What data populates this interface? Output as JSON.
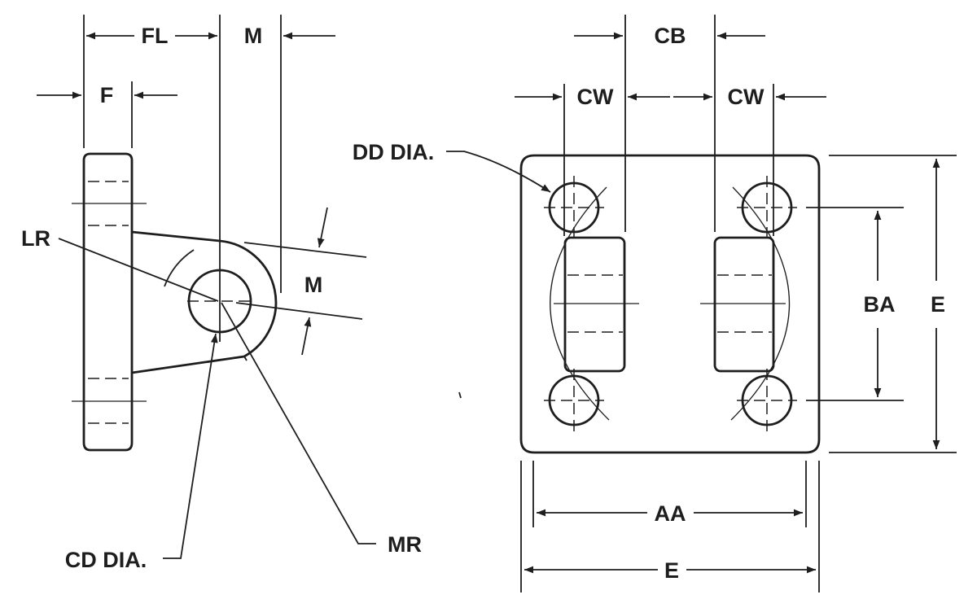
{
  "side_view": {
    "labels": {
      "fl": "FL",
      "m_top": "M",
      "f": "F",
      "lr": "LR",
      "m_side": "M",
      "cd_dia": "CD DIA.",
      "mr": "MR"
    }
  },
  "plan_view": {
    "labels": {
      "cb": "CB",
      "cw_left": "CW",
      "cw_right": "CW",
      "dd_dia": "DD DIA.",
      "ba": "BA",
      "e_right": "E",
      "aa": "AA",
      "e_bottom": "E"
    }
  },
  "colors": {
    "ink": "#1e1e1e",
    "paper": "#ffffff"
  }
}
